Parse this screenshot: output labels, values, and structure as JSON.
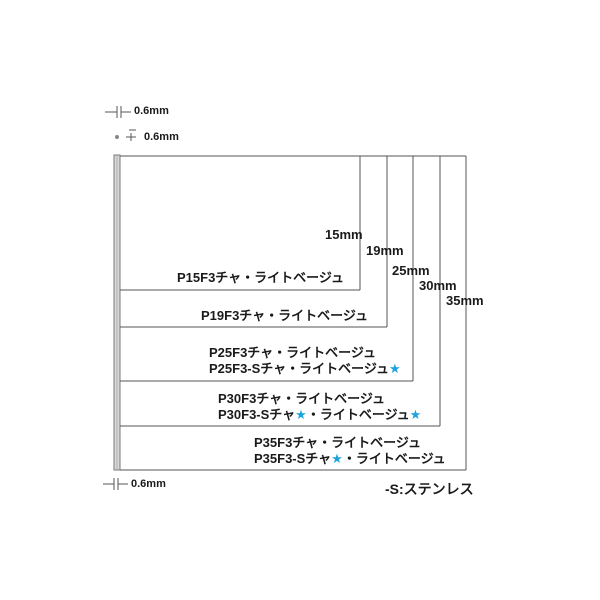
{
  "dimensions": {
    "head_thickness": "0.6mm",
    "shank_width": "0.6mm",
    "bottom_width": "0.6mm"
  },
  "lengths": [
    "15mm",
    "19mm",
    "25mm",
    "30mm",
    "35mm"
  ],
  "products": {
    "p15": "P15F3チャ・ライトベージュ",
    "p19": "P19F3チャ・ライトベージュ",
    "p25": "P25F3チャ・ライトベージュ",
    "p25s": "P25F3-Sチャ・ライトベージュ",
    "p30": "P30F3チャ・ライトベージュ",
    "p30s_a": "P30F3-Sチャ",
    "p30s_b": "・ライトベージュ",
    "p35": "P35F3チャ・ライトベージュ",
    "p35s_a": "P35F3-Sチャ",
    "p35s_b": "・ライトベージュ"
  },
  "star_symbol": "★",
  "legend": "-S:ステンレス",
  "colors": {
    "line": "#555555",
    "text": "#1a1a1a",
    "star": "#1aa3dc"
  }
}
